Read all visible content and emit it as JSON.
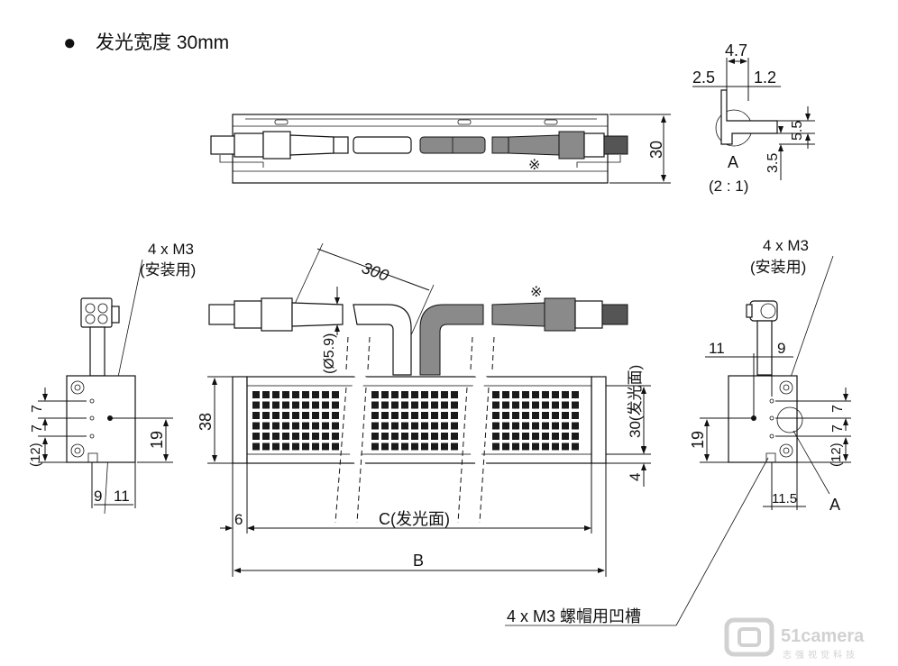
{
  "title": {
    "bullet": "●",
    "text": "发光宽度 30mm"
  },
  "top_view": {
    "height_dim": "30",
    "mark": "※"
  },
  "detail_a": {
    "dim_4_7": "4.7",
    "dim_2_5": "2.5",
    "dim_1_2": "1.2",
    "dim_5_5": "5.5",
    "dim_3_5": "3.5",
    "label": "A",
    "scale": "(2 : 1)"
  },
  "front_view": {
    "cable_len": "300",
    "cable_dia": "(Ø5.9)",
    "mark": "※",
    "height": "38",
    "emit_height": "30(发光面)",
    "bottom_offset": "4",
    "left_offset": "6",
    "emit_len": "C(发光面)",
    "total_len": "B"
  },
  "left_view": {
    "screw_label": "4 x M3",
    "screw_note": "(安装用)",
    "dim_7_top": "7",
    "dim_7_bottom": "7",
    "dim_12": "(12)",
    "dim_19": "19",
    "dim_9": "9",
    "dim_11": "11"
  },
  "right_view": {
    "screw_label": "4 x M3",
    "screw_note": "(安装用)",
    "dim_11": "11",
    "dim_9": "9",
    "dim_7_top": "7",
    "dim_7_bottom": "7",
    "dim_12": "(12)",
    "dim_19": "19",
    "dim_11_5": "11.5",
    "detail_label": "A"
  },
  "groove_note": "4 x M3 螺帽用凹槽",
  "watermark": {
    "brand": "51camera",
    "sub": "志强视觉科技"
  }
}
